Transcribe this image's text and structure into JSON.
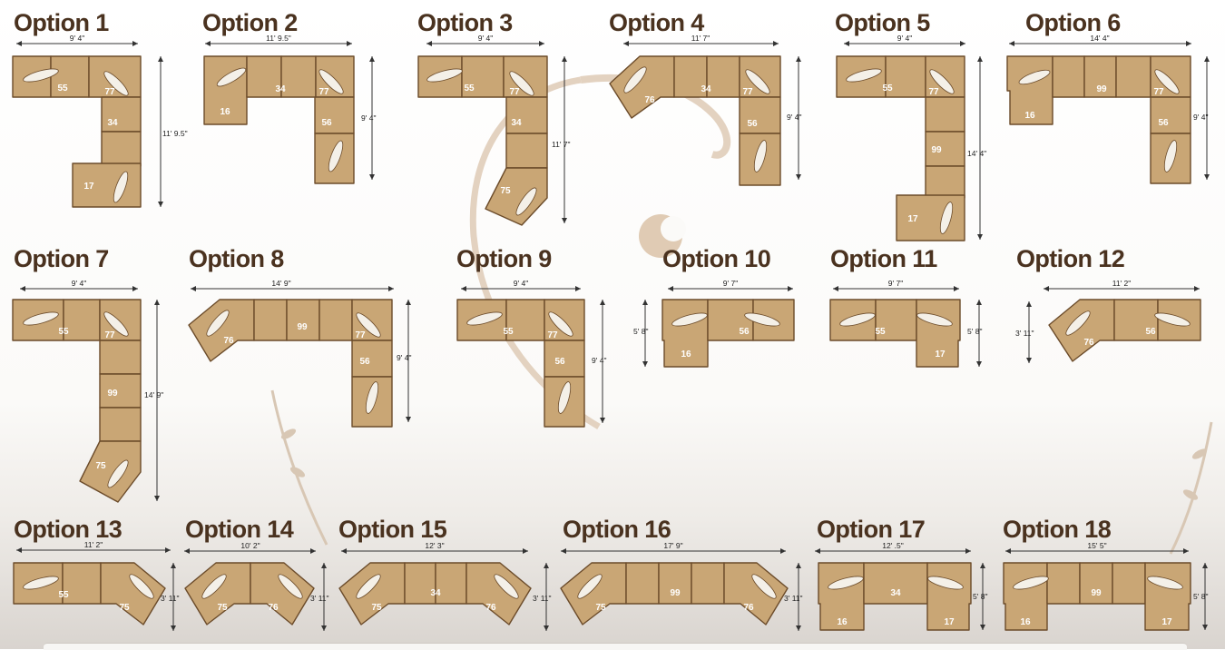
{
  "options": [
    {
      "title": "Option 1",
      "dims": [
        "9' 4\"",
        "11' 9.5\""
      ],
      "seats": [
        "55",
        "77",
        "34",
        "17"
      ]
    },
    {
      "title": "Option 2",
      "dims": [
        "11' 9.5\"",
        "9' 4\""
      ],
      "seats": [
        "34",
        "77",
        "16",
        "56"
      ]
    },
    {
      "title": "Option 3",
      "dims": [
        "9' 4\"",
        "11' 7\""
      ],
      "seats": [
        "55",
        "77",
        "34",
        "75"
      ]
    },
    {
      "title": "Option 4",
      "dims": [
        "11' 7\"",
        "9' 4\""
      ],
      "seats": [
        "76",
        "34",
        "77",
        "56"
      ]
    },
    {
      "title": "Option 5",
      "dims": [
        "9' 4\"",
        "14' 4\""
      ],
      "seats": [
        "55",
        "77",
        "99",
        "17"
      ]
    },
    {
      "title": "Option 6",
      "dims": [
        "14' 4\"",
        "9' 4\""
      ],
      "seats": [
        "99",
        "77",
        "16",
        "56"
      ]
    },
    {
      "title": "Option 7",
      "dims": [
        "9' 4\"",
        "14' 9\""
      ],
      "seats": [
        "55",
        "77",
        "99",
        "75"
      ]
    },
    {
      "title": "Option 8",
      "dims": [
        "14' 9\"",
        "9' 4\""
      ],
      "seats": [
        "76",
        "99",
        "77",
        "56"
      ]
    },
    {
      "title": "Option 9",
      "dims": [
        "9' 4\"",
        "9' 4\""
      ],
      "seats": [
        "55",
        "77",
        "56"
      ]
    },
    {
      "title": "Option 10",
      "dims": [
        "9' 7\"",
        "5' 8\""
      ],
      "seats": [
        "56",
        "16"
      ]
    },
    {
      "title": "Option 11",
      "dims": [
        "9' 7\"",
        "5' 8\""
      ],
      "seats": [
        "55",
        "17"
      ]
    },
    {
      "title": "Option 12",
      "dims": [
        "11' 2\"",
        "3' 11\""
      ],
      "seats": [
        "76",
        "56"
      ]
    },
    {
      "title": "Option 13",
      "dims": [
        "11' 2\"",
        "3' 11\""
      ],
      "seats": [
        "55",
        "75"
      ]
    },
    {
      "title": "Option 14",
      "dims": [
        "10' 2\"",
        "3' 11\""
      ],
      "seats": [
        "75",
        "76"
      ]
    },
    {
      "title": "Option 15",
      "dims": [
        "12' 3\"",
        "3' 11\""
      ],
      "seats": [
        "75",
        "34",
        "76"
      ]
    },
    {
      "title": "Option 16",
      "dims": [
        "17' 9\"",
        "3' 11\""
      ],
      "seats": [
        "75",
        "99",
        "76"
      ]
    },
    {
      "title": "Option 17",
      "dims": [
        "12' .5\"",
        "5' 8\""
      ],
      "seats": [
        "34",
        "16",
        "17"
      ]
    },
    {
      "title": "Option 18",
      "dims": [
        "15' 5\"",
        "5' 8\""
      ],
      "seats": [
        "99",
        "16",
        "17"
      ]
    }
  ],
  "colors": {
    "upholstery": "#c9a675",
    "outline": "#6b4b2a",
    "title": "#4a321f",
    "swirl": "#dcc8b4"
  }
}
